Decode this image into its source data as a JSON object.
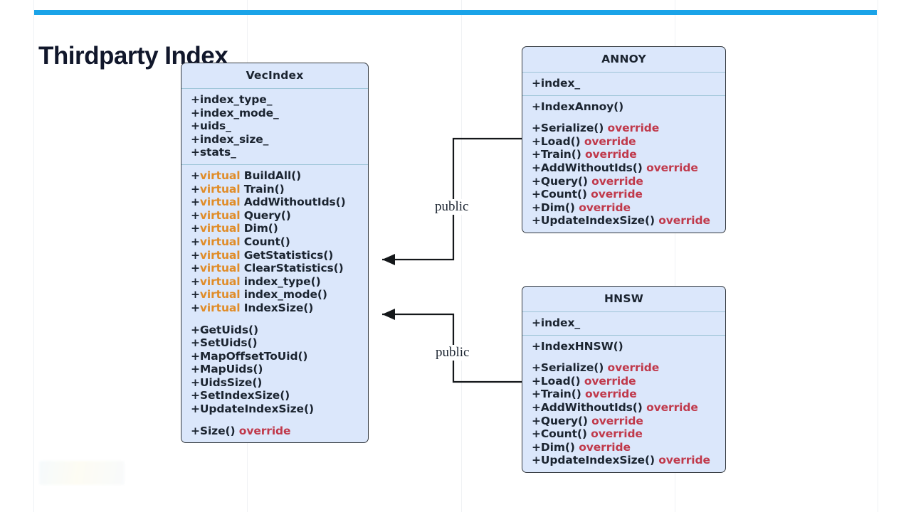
{
  "slide": {
    "title": "Thirdparty Index",
    "accent_color": "#1aa3e8",
    "background_color": "#ffffff"
  },
  "theme": {
    "class_fill": "#dbe7fb",
    "class_border": "#34393f",
    "section_divider": "#9ec5d8",
    "virtual_keyword_color": "#e08c28",
    "override_keyword_color": "#c0394b",
    "text_color": "#1b2430"
  },
  "diagram": {
    "type": "uml-class-diagram",
    "classes": [
      {
        "id": "vecindex",
        "name": "VecIndex",
        "attributes": [
          {
            "text": "+index_type_"
          },
          {
            "text": "+index_mode_"
          },
          {
            "text": "+uids_"
          },
          {
            "text": "+index_size_"
          },
          {
            "text": "+stats_"
          }
        ],
        "methods": [
          {
            "prefix": "+",
            "keyword": "virtual",
            "name": "BuildAll()"
          },
          {
            "prefix": "+",
            "keyword": "virtual",
            "name": "Train()"
          },
          {
            "prefix": "+",
            "keyword": "virtual",
            "name": "AddWithoutIds()"
          },
          {
            "prefix": "+",
            "keyword": "virtual",
            "name": "Query()"
          },
          {
            "prefix": "+",
            "keyword": "virtual",
            "name": "Dim()"
          },
          {
            "prefix": "+",
            "keyword": "virtual",
            "name": "Count()"
          },
          {
            "prefix": "+",
            "keyword": "virtual",
            "name": "GetStatistics()"
          },
          {
            "prefix": "+",
            "keyword": "virtual",
            "name": "ClearStatistics()"
          },
          {
            "prefix": "+",
            "keyword": "virtual",
            "name": "index_type()"
          },
          {
            "prefix": "+",
            "keyword": "virtual",
            "name": "index_mode()"
          },
          {
            "prefix": "+",
            "keyword": "virtual",
            "name": "IndexSize()"
          },
          {
            "prefix": "+",
            "keyword": "",
            "name": "GetUids()",
            "gap_before": true
          },
          {
            "prefix": "+",
            "keyword": "",
            "name": "SetUids()"
          },
          {
            "prefix": "+",
            "keyword": "",
            "name": "MapOffsetToUid()"
          },
          {
            "prefix": "+",
            "keyword": "",
            "name": "MapUids()"
          },
          {
            "prefix": "+",
            "keyword": "",
            "name": "UidsSize()"
          },
          {
            "prefix": "+",
            "keyword": "",
            "name": "SetIndexSize()"
          },
          {
            "prefix": "+",
            "keyword": "",
            "name": "UpdateIndexSize()"
          },
          {
            "prefix": "+",
            "keyword": "",
            "name": "Size()",
            "suffix": "override",
            "gap_before": true
          }
        ]
      },
      {
        "id": "annoy",
        "name": "ANNOY",
        "attributes": [
          {
            "text": "+index_"
          }
        ],
        "methods": [
          {
            "prefix": "+",
            "keyword": "",
            "name": "IndexAnnoy()"
          },
          {
            "prefix": "+",
            "keyword": "",
            "name": "Serialize()",
            "suffix": "override",
            "gap_before": true
          },
          {
            "prefix": "+",
            "keyword": "",
            "name": "Load()",
            "suffix": "override"
          },
          {
            "prefix": "+",
            "keyword": "",
            "name": "Train()",
            "suffix": "override"
          },
          {
            "prefix": "+",
            "keyword": "",
            "name": "AddWithoutIds()",
            "suffix": "override"
          },
          {
            "prefix": "+",
            "keyword": "",
            "name": "Query()",
            "suffix": "override"
          },
          {
            "prefix": "+",
            "keyword": "",
            "name": "Count()",
            "suffix": "override"
          },
          {
            "prefix": "+",
            "keyword": "",
            "name": "Dim()",
            "suffix": "override"
          },
          {
            "prefix": "+",
            "keyword": "",
            "name": "UpdateIndexSize()",
            "suffix": "override"
          }
        ]
      },
      {
        "id": "hnsw",
        "name": "HNSW",
        "attributes": [
          {
            "text": "+index_"
          }
        ],
        "methods": [
          {
            "prefix": "+",
            "keyword": "",
            "name": "IndexHNSW()"
          },
          {
            "prefix": "+",
            "keyword": "",
            "name": "Serialize()",
            "suffix": "override",
            "gap_before": true
          },
          {
            "prefix": "+",
            "keyword": "",
            "name": "Load()",
            "suffix": "override"
          },
          {
            "prefix": "+",
            "keyword": "",
            "name": "Train()",
            "suffix": "override"
          },
          {
            "prefix": "+",
            "keyword": "",
            "name": "AddWithoutIds()",
            "suffix": "override"
          },
          {
            "prefix": "+",
            "keyword": "",
            "name": "Query()",
            "suffix": "override"
          },
          {
            "prefix": "+",
            "keyword": "",
            "name": "Count()",
            "suffix": "override"
          },
          {
            "prefix": "+",
            "keyword": "",
            "name": "Dim()",
            "suffix": "override"
          },
          {
            "prefix": "+",
            "keyword": "",
            "name": "UpdateIndexSize()",
            "suffix": "override"
          }
        ]
      }
    ],
    "relations": [
      {
        "id": "annoy-to-vecindex",
        "from": "annoy",
        "to": "vecindex",
        "label": "public",
        "kind": "inheritance"
      },
      {
        "id": "hnsw-to-vecindex",
        "from": "hnsw",
        "to": "vecindex",
        "label": "public",
        "kind": "inheritance"
      }
    ]
  }
}
